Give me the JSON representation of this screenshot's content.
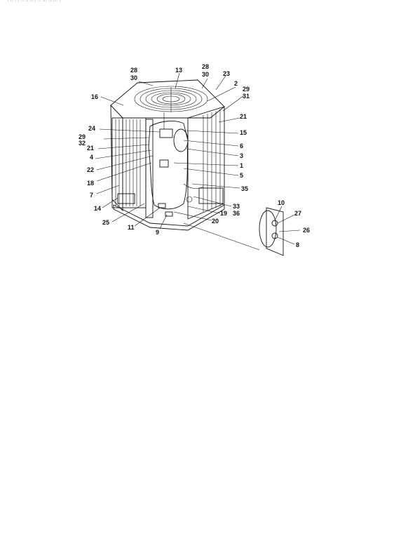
{
  "header_text": "· ·· · · ·· ·· ·· · ·· ··· ·· ··· ·",
  "callouts": [
    "28",
    "30",
    "13",
    "28",
    "30",
    "23",
    "2",
    "29",
    "31",
    "16",
    "21",
    "24",
    "15",
    "29",
    "32",
    "6",
    "21",
    "3",
    "4",
    "1",
    "22",
    "5",
    "18",
    "35",
    "7",
    "14",
    "33",
    "36",
    "25",
    "19",
    "11",
    "20",
    "9",
    "10",
    "27",
    "26",
    "8"
  ]
}
